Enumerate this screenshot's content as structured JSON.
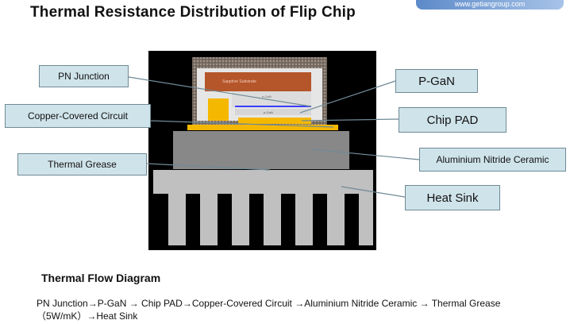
{
  "title": "Thermal Resistance Distribution of Flip Chip",
  "brand": "www.getiangroup.com",
  "labels": {
    "pn_junction": "PN Junction",
    "p_gan": "P-GaN",
    "copper_circuit": "Copper-Covered Circuit",
    "chip_pad": "Chip PAD",
    "aluminium_nitride": "Aluminium Nitride Ceramic",
    "thermal_grease": "Thermal Grease",
    "heat_sink": "Heat Sink"
  },
  "flow": {
    "heading": "Thermal Flow Diagram",
    "line1": "PN Junction→P-GaN → Chip PAD→Copper-Covered Circuit →Aluminium Nitride Ceramic → Thermal Grease",
    "line2": "（5W/mK）→Heat Sink"
  },
  "colors": {
    "frame": "#000000",
    "heat_sink": "#c0c0c0",
    "ceramic": "#888888",
    "pad": "#f5b800",
    "callout_fill": "#cfe3ea",
    "callout_border": "#6f8a96",
    "substrate": "#b5552a"
  }
}
